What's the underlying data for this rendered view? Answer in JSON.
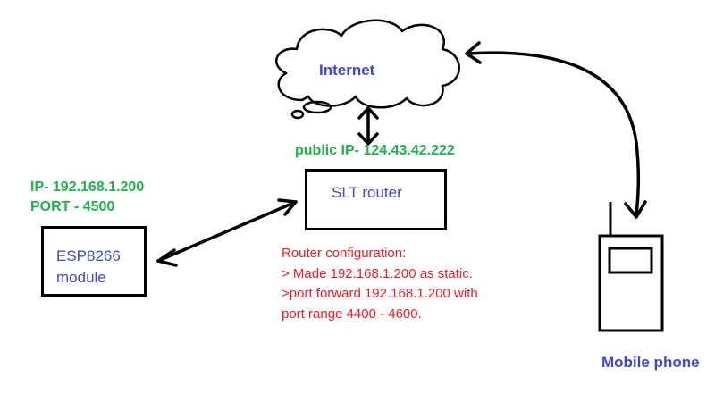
{
  "internet_label": "Internet",
  "router": {
    "label": "SLT router",
    "public_ip": "public IP- 124.43.42.222"
  },
  "esp": {
    "line1": "ESP8266",
    "line2": "module",
    "ip": "IP- 192.168.1.200",
    "port": "PORT - 4500"
  },
  "config_notes": [
    "Router configuration:",
    "> Made 192.168.1.200 as static.",
    ">port forward 192.168.1.200 with",
    "port range 4400 - 4600."
  ],
  "phone_label": "Mobile phone",
  "colors": {
    "device_label": "#3f48cc",
    "address": "#22b14c",
    "notes": "#ed1c24"
  }
}
